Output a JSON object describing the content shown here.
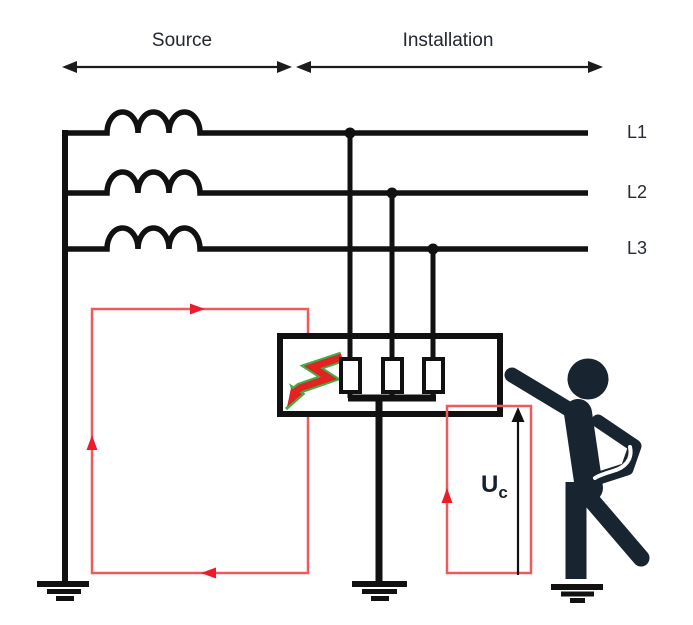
{
  "diagram": {
    "section_labels": {
      "source": "Source",
      "installation": "Installation"
    },
    "phase_labels": [
      "L1",
      "L2",
      "L3"
    ],
    "touch_voltage_label": {
      "symbol": "U",
      "subscript": "c"
    },
    "colors": {
      "wire": "#111111",
      "fault_loop_line": "#f15a5a",
      "fault_loop_arrow": "#ec1c2c",
      "lightning_red": "#e32222",
      "lightning_green": "#3faf46",
      "person_silhouette": "#18242f",
      "label_text": "#23272f"
    }
  }
}
